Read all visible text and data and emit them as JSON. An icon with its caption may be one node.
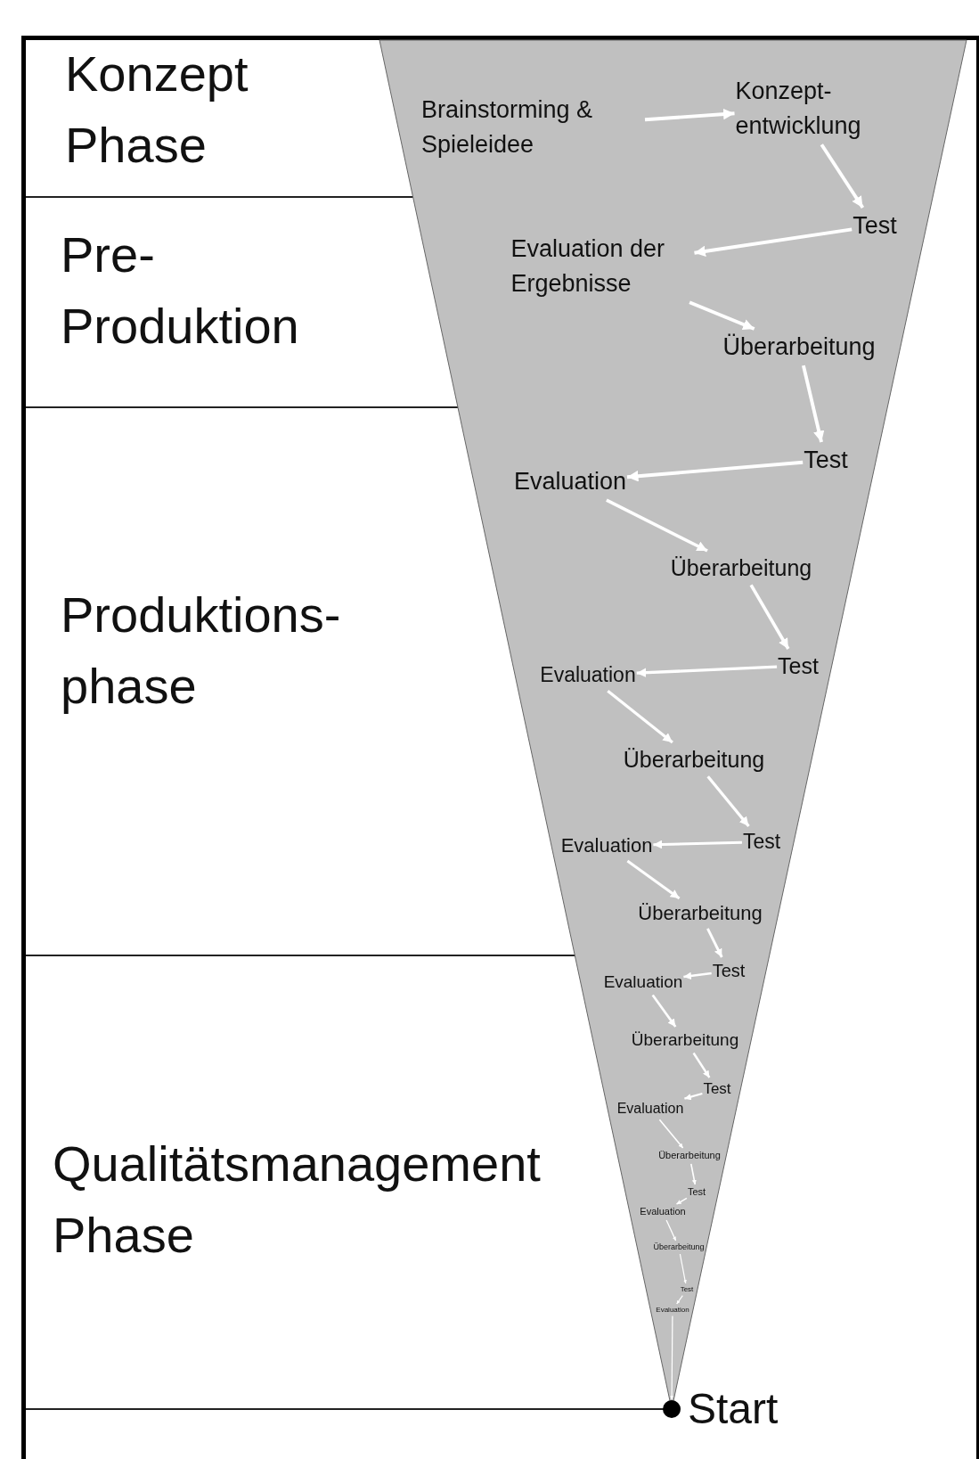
{
  "diagram": {
    "nodes": [
      {
        "text": [
          "Konzept Phase"
        ]
      },
      {
        "text": [
          "Pre- Produktion"
        ]
      },
      {
        "text": [
          "Produktions- phase"
        ]
      },
      {
        "text": [
          "Qualitätsmanagement Phase"
        ]
      },
      {
        "text": [
          "Brainstorming & Spieleidee"
        ]
      },
      {
        "text": [
          "Konzept- entwicklung"
        ]
      },
      {
        "text": [
          "Test"
        ]
      },
      {
        "text": [
          "Evaluation der Ergebnisse"
        ]
      },
      {
        "text": [
          "Überarbeitung"
        ]
      },
      {
        "text": [
          "Test"
        ]
      },
      {
        "text": [
          "Evaluation"
        ]
      },
      {
        "text": [
          "Überarbeitung"
        ]
      },
      {
        "text": [
          "Test"
        ]
      },
      {
        "text": [
          "Evaluation"
        ]
      },
      {
        "text": [
          "Überarbeitung"
        ]
      },
      {
        "text": [
          "Test"
        ]
      },
      {
        "text": [
          "Evaluation"
        ]
      },
      {
        "text": [
          "Überarbeitung"
        ]
      },
      {
        "text": [
          "Test"
        ]
      },
      {
        "text": [
          "Evaluation"
        ]
      },
      {
        "text": [
          "Überarbeitung"
        ]
      },
      {
        "text": [
          "Test"
        ]
      },
      {
        "text": [
          "Evaluation"
        ]
      },
      {
        "text": [
          "Überarbeitung"
        ]
      },
      {
        "text": [
          "Test"
        ]
      },
      {
        "text": [
          "Evaluation"
        ]
      },
      {
        "text": [
          "Überarbeitung"
        ]
      },
      {
        "text": [
          "Test"
        ]
      },
      {
        "text": [
          "Evaluation"
        ]
      },
      {
        "text": [
          "Start"
        ]
      }
    ],
    "edges": [
      {
        "from": 4,
        "to": 5,
        "arrow": "to"
      },
      {
        "from": 5,
        "to": 6,
        "arrow": "to"
      },
      {
        "from": 6,
        "to": 7,
        "arrow": "to"
      },
      {
        "from": 7,
        "to": 8,
        "arrow": "to"
      },
      {
        "from": 8,
        "to": 9,
        "arrow": "to"
      },
      {
        "from": 9,
        "to": 10,
        "arrow": "to"
      },
      {
        "from": 10,
        "to": 11,
        "arrow": "to"
      },
      {
        "from": 11,
        "to": 12,
        "arrow": "to"
      },
      {
        "from": 12,
        "to": 13,
        "arrow": "to"
      },
      {
        "from": 13,
        "to": 14,
        "arrow": "to"
      },
      {
        "from": 14,
        "to": 15,
        "arrow": "to"
      },
      {
        "from": 15,
        "to": 16,
        "arrow": "to"
      },
      {
        "from": 16,
        "to": 17,
        "arrow": "to"
      },
      {
        "from": 17,
        "to": 18,
        "arrow": "to"
      },
      {
        "from": 18,
        "to": 19,
        "arrow": "to"
      },
      {
        "from": 19,
        "to": 20,
        "arrow": "to"
      },
      {
        "from": 20,
        "to": 21,
        "arrow": "to"
      },
      {
        "from": 21,
        "to": 22,
        "arrow": "to"
      },
      {
        "from": 22,
        "to": 23,
        "arrow": "to"
      },
      {
        "from": 23,
        "to": 24,
        "arrow": "to"
      },
      {
        "from": 24,
        "to": 25,
        "arrow": "to"
      },
      {
        "from": 25,
        "to": 26,
        "arrow": "to"
      },
      {
        "from": 26,
        "to": 27,
        "arrow": "to"
      },
      {
        "from": 27,
        "to": 28,
        "arrow": "to"
      },
      {
        "from": 28,
        "to": 29,
        "arrow": "to"
      }
    ]
  }
}
